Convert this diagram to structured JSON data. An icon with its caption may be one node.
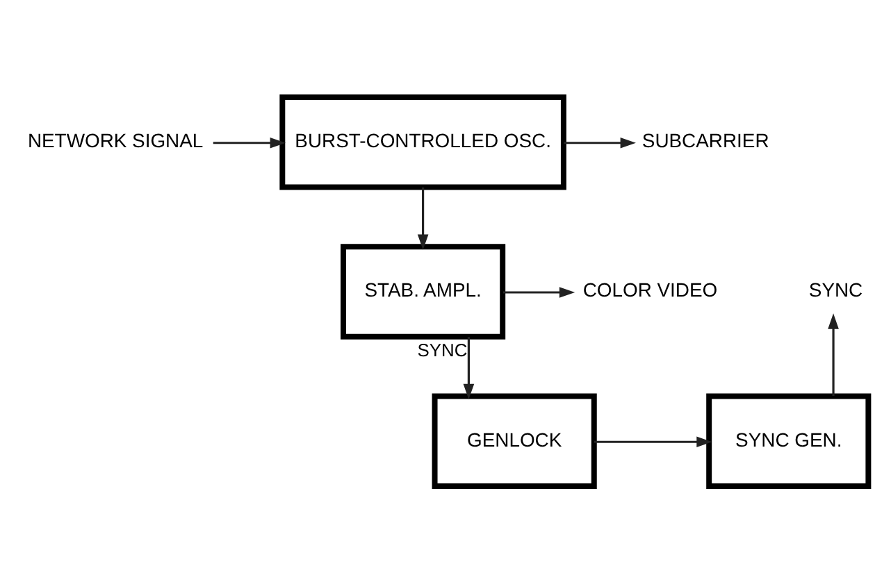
{
  "diagram": {
    "nodes": [
      {
        "text": [
          "NETWORK SIGNAL"
        ]
      },
      {
        "text": [
          "BURST-CONTROLLED OSC."
        ]
      },
      {
        "text": [
          "SUBCARRIER"
        ]
      },
      {
        "text": [
          "STAB. AMPL."
        ]
      },
      {
        "text": [
          "COLOR VIDEO"
        ]
      },
      {
        "text": [
          "GENLOCK"
        ]
      },
      {
        "text": [
          "SYNC GEN."
        ]
      },
      {
        "text": [
          "SYNC"
        ]
      }
    ],
    "edges": [
      {
        "from": 0,
        "to": 1,
        "arrow": "to"
      },
      {
        "from": 1,
        "to": 2,
        "arrow": "to"
      },
      {
        "from": 1,
        "to": 3,
        "arrow": "to"
      },
      {
        "from": 3,
        "to": 4,
        "arrow": "to"
      },
      {
        "from": 3,
        "to": 5,
        "arrow": "to",
        "label": "SYNC"
      },
      {
        "from": 5,
        "to": 6,
        "arrow": "to"
      },
      {
        "from": 6,
        "to": 7,
        "arrow": "to"
      }
    ]
  }
}
